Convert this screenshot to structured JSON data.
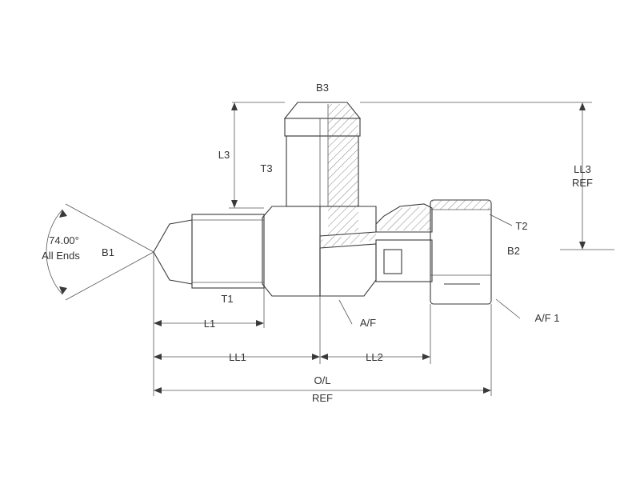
{
  "labels": {
    "b3": "B3",
    "b1": "B1",
    "b2": "B2",
    "t1": "T1",
    "t2": "T2",
    "t3": "T3",
    "l1": "L1",
    "l3": "L3",
    "ll1": "LL1",
    "ll2": "LL2",
    "ll3": "LL3",
    "ll3_ref": "REF",
    "ol": "O/L",
    "ol_ref": "REF",
    "af": "A/F",
    "af1": "A/F 1",
    "angle_value": "74.00°",
    "angle_note": "All Ends"
  },
  "colors": {
    "line": "#3a3a3a",
    "text": "#333333"
  }
}
